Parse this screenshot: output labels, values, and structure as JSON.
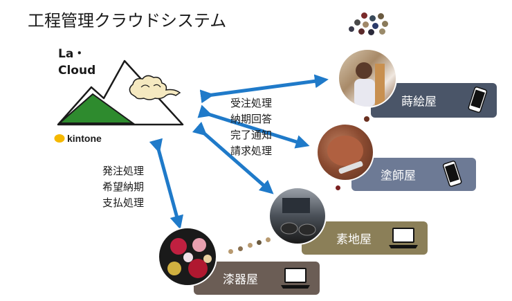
{
  "title": "工程管理クラウドシステム",
  "logo": {
    "text": "La・\nCloud",
    "kintone": "kintone"
  },
  "labels_right": [
    "受注処理",
    "納期回答",
    "完了通知",
    "請求処理"
  ],
  "labels_left": [
    "発注処理",
    "希望納期",
    "支払処理"
  ],
  "workshops": [
    {
      "name": "蒔絵屋",
      "device": "smartphone-icon",
      "color": "#4a5568"
    },
    {
      "name": "塗師屋",
      "device": "smartphone-icon",
      "color": "#6d7a95"
    },
    {
      "name": "素地屋",
      "device": "laptop-icon",
      "color": "#8b7f58"
    },
    {
      "name": "漆器屋",
      "device": "laptop-icon",
      "color": "#6b5d55"
    }
  ],
  "colors": {
    "arrow": "#1f7ac9",
    "mountain_green": "#2e8b2e",
    "kintone_yellow": "#f5b800"
  }
}
